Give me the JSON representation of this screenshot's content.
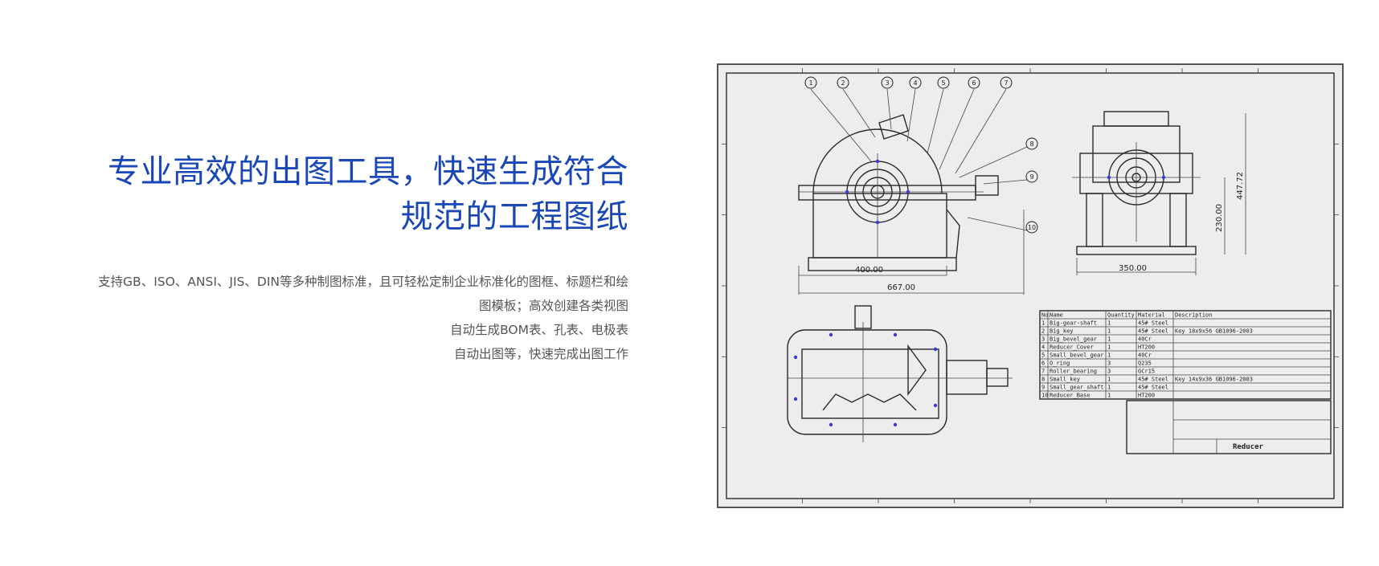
{
  "headline": {
    "line1": "专业高效的出图工具，快速生成符合",
    "line2": "规范的工程图纸"
  },
  "description": {
    "lines": [
      "支持GB、ISO、ANSI、JIS、DIN等多种制图标准，且可轻松定制企业标准化的图框、标题栏和绘",
      "图模板；高效创建各类视图",
      "自动生成BOM表、孔表、电极表",
      "自动出图等，快速完成出图工作"
    ]
  },
  "drawing": {
    "balloons": [
      "1",
      "2",
      "3",
      "4",
      "5",
      "6",
      "7",
      "8",
      "9",
      "10"
    ],
    "dimensions": {
      "front_inner": "400.00",
      "front_overall": "667.00",
      "side_width": "350.00",
      "side_height_1": "230.00",
      "side_height_2": "447.72"
    },
    "bom": {
      "headers": [
        "No.",
        "Name",
        "Quantity",
        "Material",
        "Description"
      ],
      "rows": [
        [
          "1",
          "Big-gear-shaft",
          "1",
          "45# Steel",
          ""
        ],
        [
          "2",
          "Big_key",
          "1",
          "45# Steel",
          "Key 18x9x56 GB1096-2003"
        ],
        [
          "3",
          "Big_bevel_gear",
          "1",
          "40Cr",
          ""
        ],
        [
          "4",
          "Reducer_Cover",
          "1",
          "HT200",
          ""
        ],
        [
          "5",
          "Small_bevel_gear",
          "1",
          "40Cr",
          ""
        ],
        [
          "6",
          "O_ring",
          "3",
          "Q235",
          ""
        ],
        [
          "7",
          "Roller_bearing",
          "3",
          "GCr15",
          ""
        ],
        [
          "8",
          "Small_key",
          "1",
          "45# Steel",
          "Key 14x9x36 GB1096-2003"
        ],
        [
          "9",
          "Small_gear_shaft",
          "1",
          "45# Steel",
          ""
        ],
        [
          "10",
          "Reducer_Base",
          "1",
          "HT200",
          ""
        ]
      ]
    },
    "title_block": {
      "title": "Reducer"
    }
  }
}
